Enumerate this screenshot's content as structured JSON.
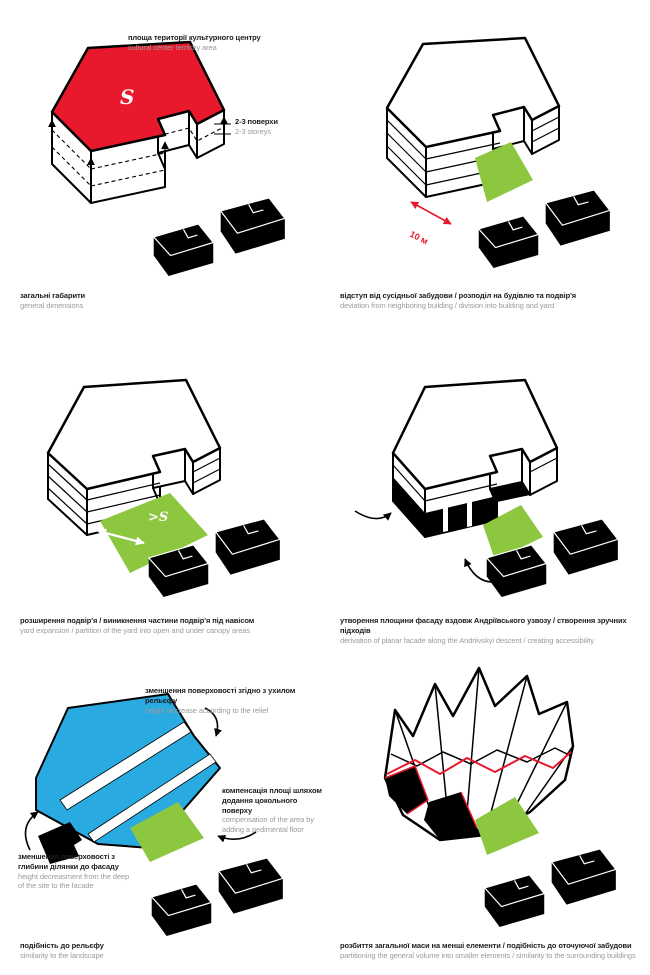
{
  "colors": {
    "red": "#e8192c",
    "green": "#8dc63f",
    "blue": "#29abe2",
    "black": "#000000",
    "caption_gray": "#9b9b9b"
  },
  "panels": {
    "p1": {
      "caption_ua": "загальні габарити",
      "caption_en": "general dimensions",
      "ann_area_ua": "площа території культурного центру",
      "ann_area_en": "cultural center territory area",
      "ann_storeys_ua": "2-3 поверхи",
      "ann_storeys_en": "2-3 storeys",
      "label_s": "S"
    },
    "p2": {
      "caption_ua": "відступ від сусідньої забудови / розподіл на будівлю та подвір'я",
      "caption_en": "deviation from neighboring building / division into building and yard",
      "dim_label": "10 м"
    },
    "p3": {
      "caption_ua": "розширення подвір'я / виникнення частини подвір'я під навісом",
      "caption_en": "yard expansion / partition of the yard into open and under canopy areas",
      "label_gs": ">S"
    },
    "p4": {
      "caption_ua": "утворення площини фасаду вздовж Андріївського узвозу / створення зручних підходів",
      "caption_en": "derivation of planar facade along the Andriivskyi descent / creating accessibility"
    },
    "p5": {
      "caption_ua": "подібність до рельєфу",
      "caption_en": "similarity to the landscape",
      "ann_relief_ua": "зменшення поверховості згідно з ухилом рельєфу",
      "ann_relief_en": "height decrease according to the relief",
      "ann_comp_ua": "компенсація площі шляхом додання цокольного поверху",
      "ann_comp_en": "compensation of the area by adding a pedimental floor",
      "ann_depth_ua": "зменшення поверховості з глибини ділянки до фасаду",
      "ann_depth_en": "height decreasment from the deep of the site to the facade"
    },
    "p6": {
      "caption_ua": "розбиття загальної маси на менші елементи / подібність до оточуючої забудови",
      "caption_en": "partitioning the general volume into smaller elements / similarity to the surrounding buildings"
    }
  }
}
